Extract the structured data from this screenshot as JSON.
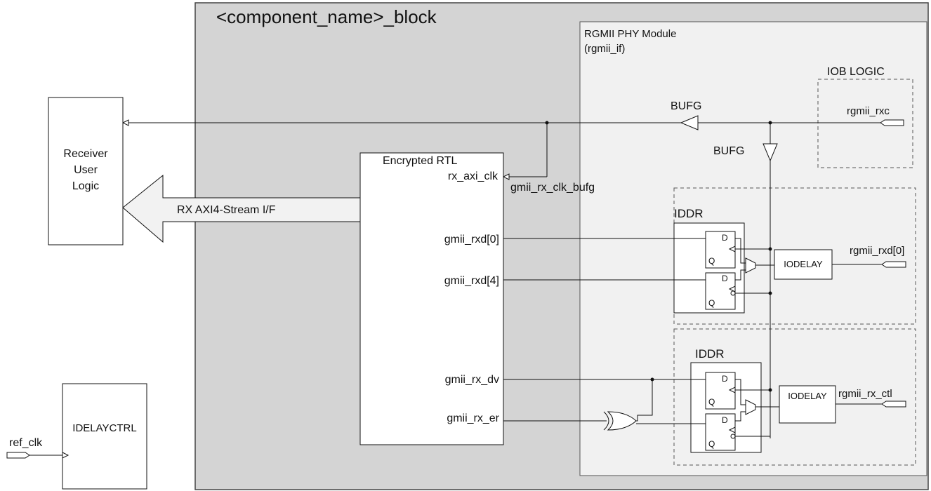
{
  "block": {
    "title": "<component_name>_block"
  },
  "phy_module": {
    "title": "RGMII PHY Module",
    "subtitle": "(rgmii_if)"
  },
  "iob_logic": {
    "title": "IOB LOGIC",
    "port": "rgmii_rxc"
  },
  "bufg": {
    "top_label": "BUFG",
    "vertical_label": "BUFG"
  },
  "receiver": {
    "line1": "Receiver",
    "line2": "User",
    "line3": "Logic"
  },
  "stream": {
    "label": "RX AXI4-Stream I/F"
  },
  "encrypted": {
    "title": "Encrypted RTL",
    "rx_axi_clk": "rx_axi_clk",
    "gmii_rxd0": "gmii_rxd[0]",
    "gmii_rxd4": "gmii_rxd[4]",
    "gmii_rx_dv": "gmii_rx_dv",
    "gmii_rx_er": "gmii_rx_er"
  },
  "clock_net": {
    "label": "gmii_rx_clk_bufg"
  },
  "iddr_top": {
    "title": "IDDR",
    "d_top": "D",
    "q_top": "Q",
    "d_bottom": "D",
    "q_bottom": "Q",
    "iodelay": "IODELAY",
    "port": "rgmii_rxd[0]"
  },
  "iddr_bottom": {
    "title": "IDDR",
    "d_top": "D",
    "q_top": "Q",
    "d_bottom": "D",
    "q_bottom": "Q",
    "iodelay": "IODELAY",
    "port": "rgmii_rx_ctl"
  },
  "idelayctrl": {
    "label": "IDELAYCTRL",
    "port": "ref_clk"
  }
}
